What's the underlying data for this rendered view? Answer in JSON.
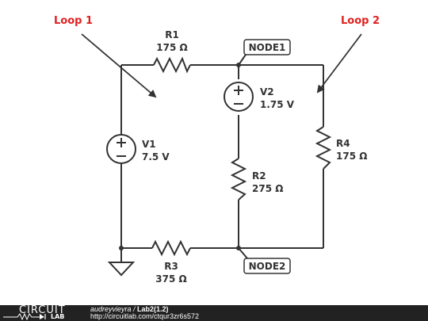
{
  "diagram": {
    "loops": [
      {
        "label": "Loop 1"
      },
      {
        "label": "Loop 2"
      }
    ],
    "nodes": [
      {
        "label": "NODE1"
      },
      {
        "label": "NODE2"
      }
    ],
    "components": {
      "R1": {
        "name": "R1",
        "value": "175 Ω"
      },
      "R2": {
        "name": "R2",
        "value": "275 Ω"
      },
      "R3": {
        "name": "R3",
        "value": "375 Ω"
      },
      "R4": {
        "name": "R4",
        "value": "175 Ω"
      },
      "V1": {
        "name": "V1",
        "value": "7.5 V"
      },
      "V2": {
        "name": "V2",
        "value": "1.75 V"
      }
    },
    "colors": {
      "wire": "#333333",
      "loop": "#e02020",
      "footer": "#222222"
    }
  },
  "footer": {
    "logo_top": "CIRCUIT",
    "logo_bottom": "LAB",
    "author": "audreyvieyra",
    "separator": " / ",
    "circuit_name": "Lab2(1.2)",
    "url": "http://circuitlab.com/ctqur3zr6s572"
  }
}
